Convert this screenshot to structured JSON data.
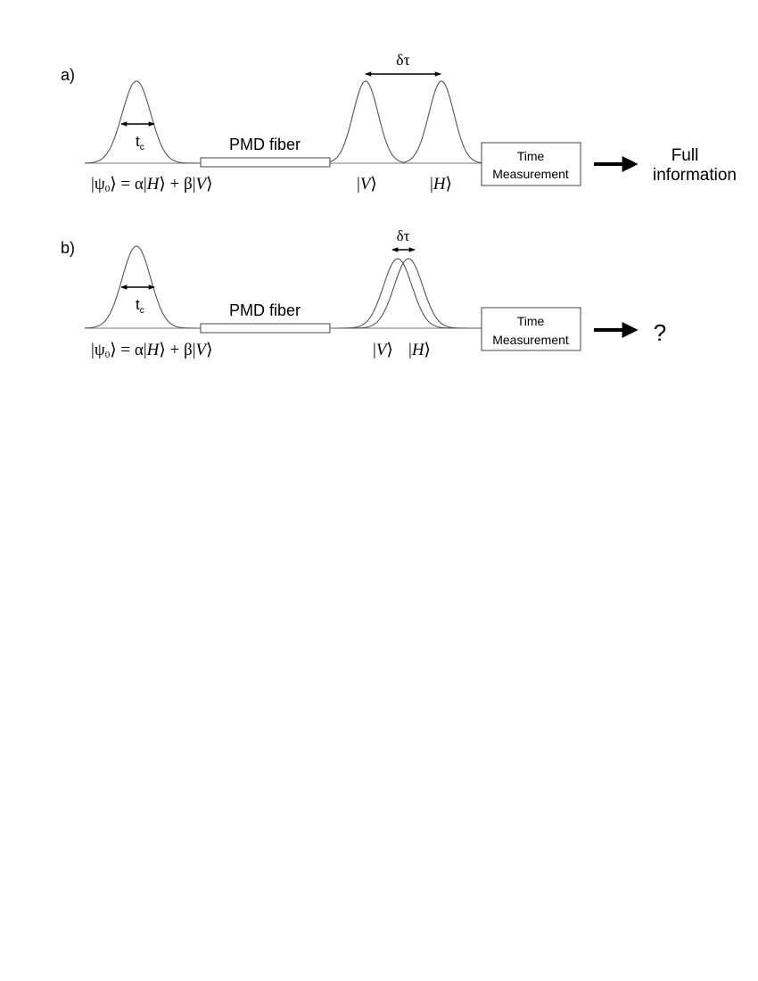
{
  "panels": [
    {
      "tag": "a)",
      "pulse_width_label": "t",
      "pulse_width_subscript": "c",
      "fiber_label": "PMD fiber",
      "delay_label": "δτ",
      "input_state": {
        "psi": "ψ",
        "psi_subscript": "0",
        "equals": "=",
        "alpha": "α",
        "H": "H",
        "plus": "+",
        "beta": "β",
        "V": "V"
      },
      "output_state_V": "V",
      "output_state_H": "H",
      "detector": {
        "line1": "Time",
        "line2": "Measurement"
      },
      "result": {
        "line1": "Full",
        "line2": "information"
      }
    },
    {
      "tag": "b)",
      "pulse_width_label": "t",
      "pulse_width_subscript": "c",
      "fiber_label": "PMD fiber",
      "delay_label": "δτ",
      "input_state": {
        "psi": "ψ",
        "psi_subscript": "0",
        "equals": "=",
        "alpha": "α",
        "H": "H",
        "plus": "+",
        "beta": "β",
        "V": "V"
      },
      "output_state_V": "V",
      "output_state_H": "H",
      "detector": {
        "line1": "Time",
        "line2": "Measurement"
      },
      "result": {
        "line1": "?"
      }
    }
  ]
}
